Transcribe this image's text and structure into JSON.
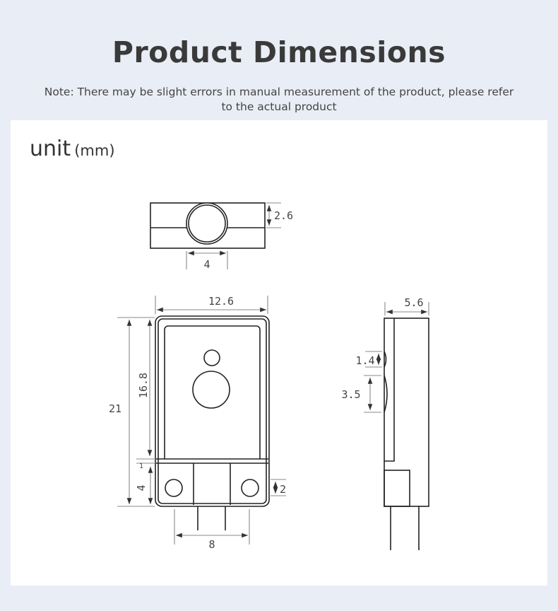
{
  "header": {
    "title": "Product Dimensions",
    "note": "Note: There may be slight errors in manual measurement of the product, please refer to the actual product"
  },
  "drawing": {
    "unit_label": "unit",
    "unit_value": "(mm)",
    "top_view": {
      "lens_width": "4",
      "half_height": "2.6"
    },
    "front_view": {
      "width": "12.6",
      "total_height": "21",
      "panel_height": "16.8",
      "band_height": "1",
      "base_height": "4",
      "hole_diameter": "2",
      "pin_spacing": "8"
    },
    "side_view": {
      "depth": "5.6",
      "small_lens": "1.4",
      "large_lens": "3.5"
    }
  }
}
